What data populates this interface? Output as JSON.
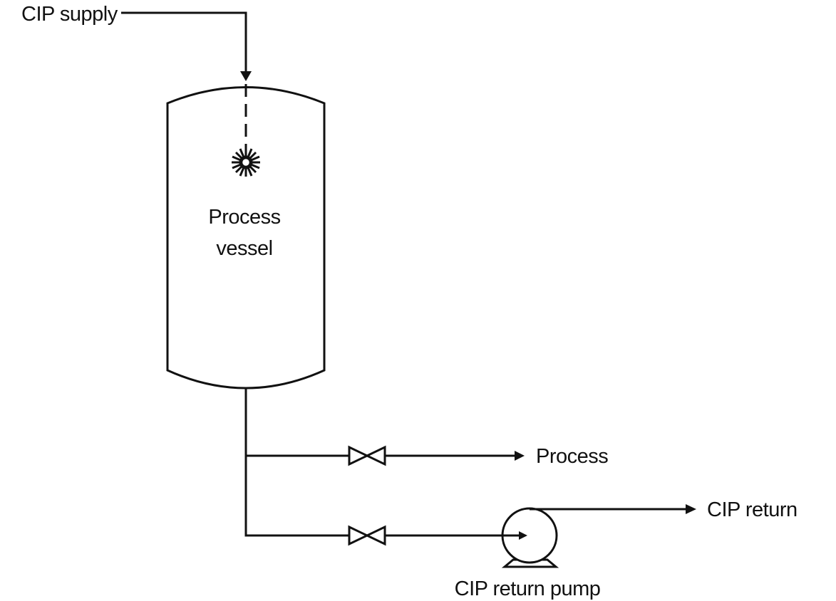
{
  "labels": {
    "cip_supply": "CIP supply",
    "vessel_line1": "Process",
    "vessel_line2": "vessel",
    "process": "Process",
    "cip_return": "CIP return",
    "cip_return_pump": "CIP return pump"
  },
  "colors": {
    "ink": "#111111",
    "background": "#ffffff"
  },
  "icons": {
    "spray_ball": "spray-ball-icon",
    "valve": "gate-valve-icon",
    "pump": "centrifugal-pump-icon"
  }
}
